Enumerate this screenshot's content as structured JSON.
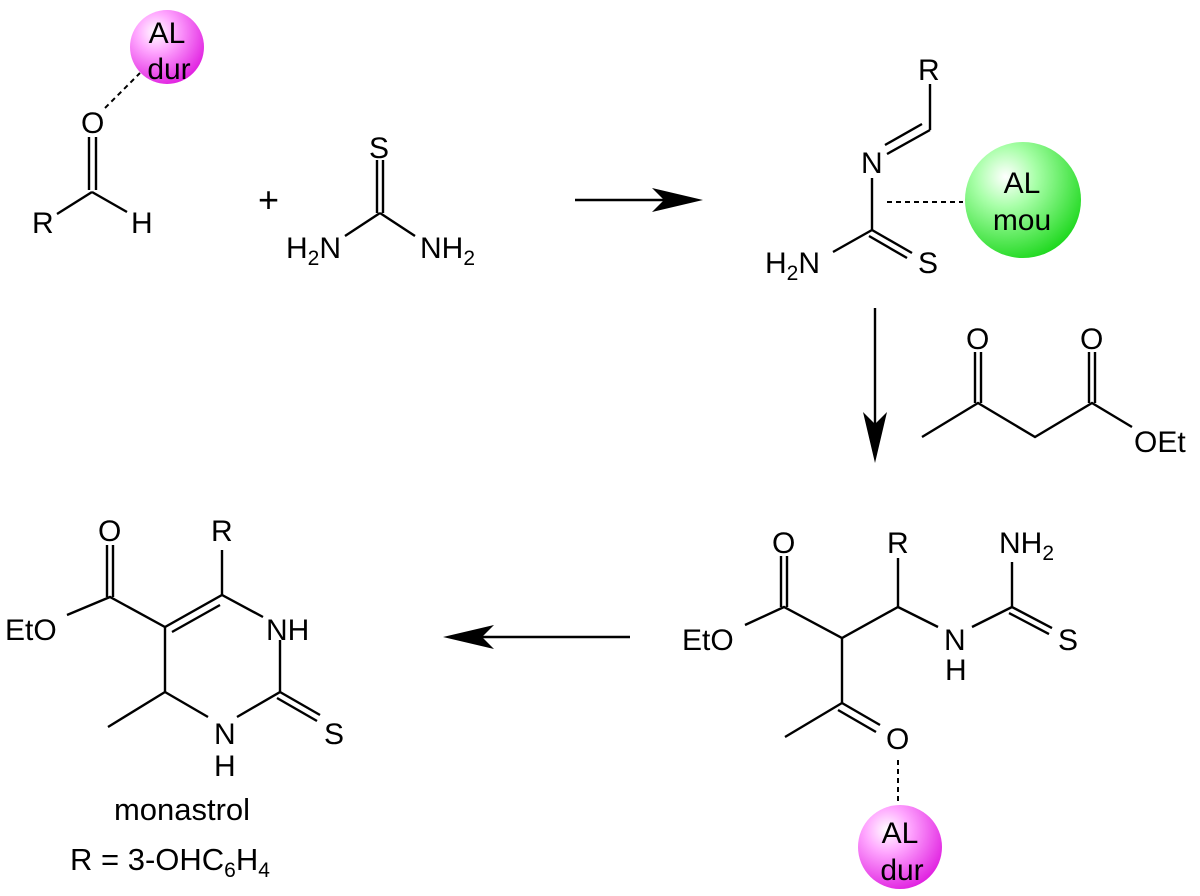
{
  "title": "Monastrol Biginelli synthesis scheme",
  "colors": {
    "catalyst_dur": "#ff33ff",
    "catalyst_mou": "#22e022",
    "bond": "#000000"
  },
  "aldehyde": {
    "r": "R",
    "o": "O",
    "h": "H"
  },
  "plus": "+",
  "thiourea": {
    "s": "S",
    "left_amine": "H",
    "left_amine_sub": "2",
    "left_amine_n": "N",
    "right_amine": "NH",
    "right_amine_sub": "2"
  },
  "catalysts": {
    "dur_top": {
      "line1": "AL",
      "line2": "dur"
    },
    "mou": {
      "line1": "AL",
      "line2": "mou"
    },
    "dur_bottom": {
      "line1": "AL",
      "line2": "dur"
    }
  },
  "imine": {
    "r": "R",
    "n": "N",
    "amine_h": "H",
    "amine_sub": "2",
    "amine_n": "N",
    "s": "S"
  },
  "ethyl_acetoacetate": {
    "o1": "O",
    "o2": "O",
    "oet": "OEt"
  },
  "adduct": {
    "o_ester": "O",
    "eto": "EtO",
    "r": "R",
    "nh2": "NH",
    "nh2_sub": "2",
    "n": "N",
    "h": "H",
    "s": "S",
    "o_ketone": "O"
  },
  "product": {
    "o": "O",
    "eto": "EtO",
    "r": "R",
    "nh": "NH",
    "n": "N",
    "h": "H",
    "s": "S",
    "name": "monastrol",
    "r_def_prefix": "R = 3-OHC",
    "r_def_sub1": "6",
    "r_def_mid": "H",
    "r_def_sub2": "4"
  }
}
